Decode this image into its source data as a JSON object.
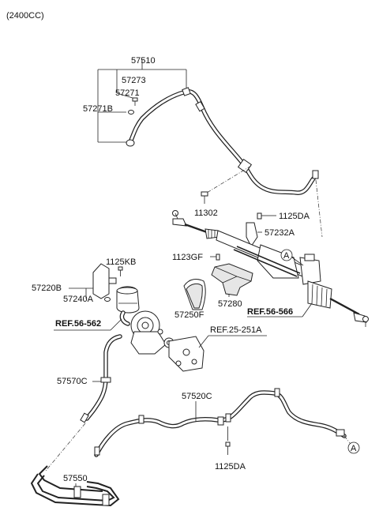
{
  "header": {
    "engine_note": "(2400CC)"
  },
  "labels": {
    "p57510": "57510",
    "p57273": "57273",
    "p57271": "57271",
    "p57271B": "57271B",
    "p11302": "11302",
    "p1125DA_top": "1125DA",
    "p57232A": "57232A",
    "p1125KB": "1125KB",
    "p1123GF": "1123GF",
    "p57220B": "57220B",
    "p57240A": "57240A",
    "p57280": "57280",
    "p57250F": "57250F",
    "p57570C": "57570C",
    "p57520C": "57520C",
    "p1125DA_bot": "1125DA",
    "p57550": "57550"
  },
  "references": {
    "ref_56_562": "REF.56-562",
    "ref_56_566": "REF.56-566",
    "ref_25_251A": "REF.25-251A"
  },
  "connectors": {
    "a_top": "A",
    "a_bottom": "A"
  }
}
